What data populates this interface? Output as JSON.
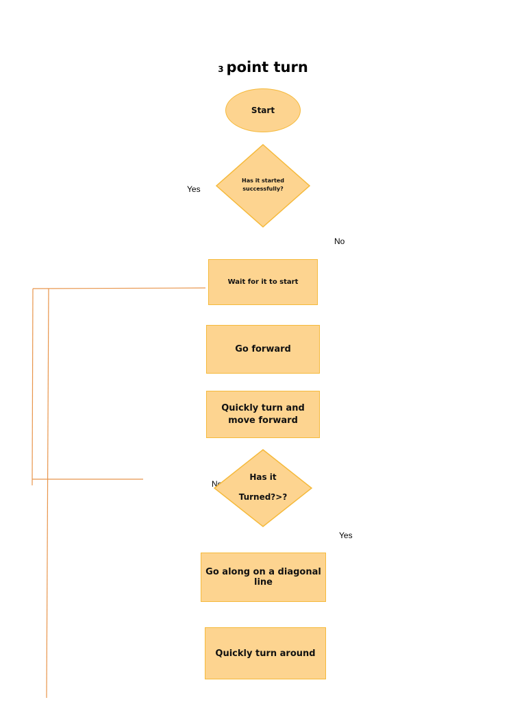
{
  "title": {
    "number": "3",
    "text": "point turn"
  },
  "nodes": {
    "start": "Start",
    "decision1": "Has it started successfully?",
    "wait": "Wait for it to start",
    "forward": "Go forward",
    "turn_forward": "Quickly turn and move forward",
    "decision2_line1": "Has it",
    "decision2_line2": "Turned?>?",
    "diagonal": "Go along on a diagonal line",
    "turn_around": "Quickly turn around"
  },
  "labels": {
    "yes_left": "Yes",
    "no_right": "No",
    "no_left": "No",
    "yes_right": "Yes"
  },
  "colors": {
    "node_fill": "#fdd490",
    "node_border": "#f5b93a",
    "connector": "#e8944a"
  }
}
